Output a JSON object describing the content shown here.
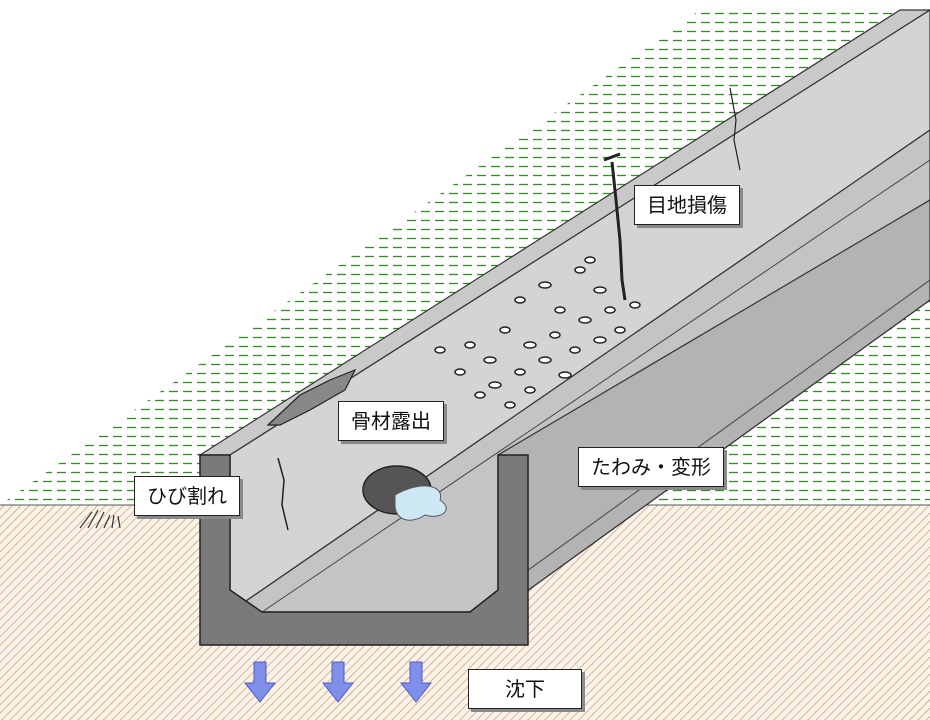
{
  "labels": {
    "crack": "ひび割れ",
    "aggregate": "骨材露出",
    "joint": "目地損傷",
    "deflection": "たわみ・変形",
    "settlement": "沈下"
  },
  "colors": {
    "grass": "#2f8f1f",
    "soil_hatch": "#b8844a",
    "soil_bg": "#fbf3ea",
    "concrete_light": "#d3d3d3",
    "concrete_mid": "#bdbdbd",
    "concrete_dark": "#777777",
    "arrow": "#7f8fea",
    "water": "#cfe8f6"
  },
  "icons": {
    "settlement_arrow": "down-arrow-icon"
  }
}
